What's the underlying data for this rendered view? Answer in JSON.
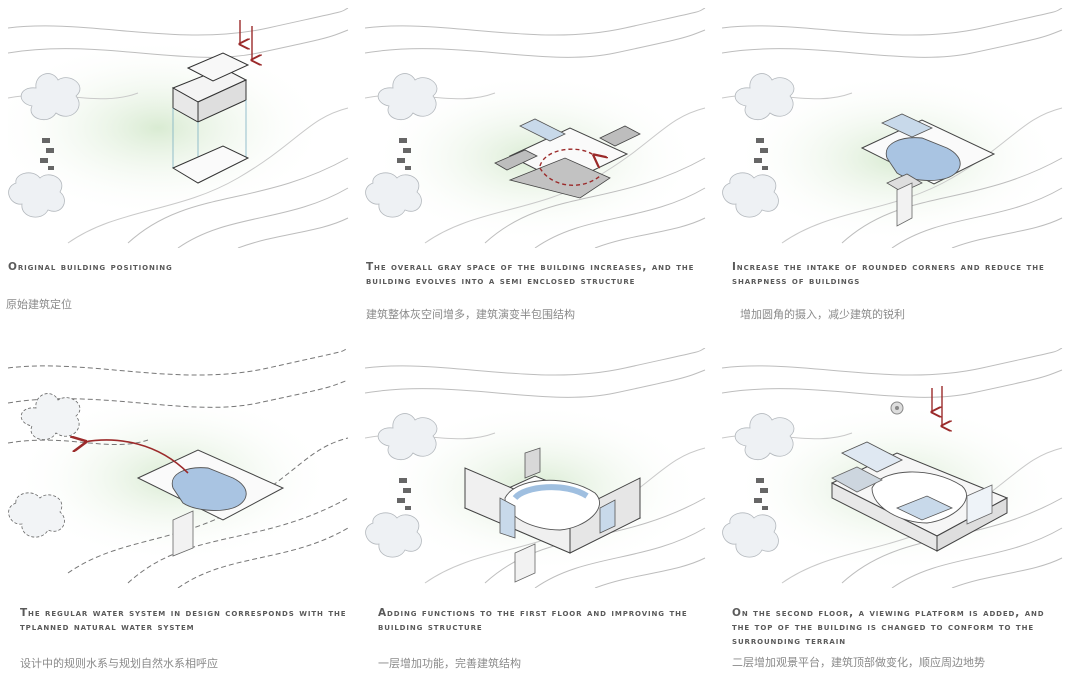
{
  "panels": [
    {
      "caption_en": "Original building positioning",
      "caption_zh": "原始建筑定位"
    },
    {
      "caption_en": "The overall gray space of the building increases, and the building evolves into a semi enclosed structure",
      "caption_zh": "建筑整体灰空间增多，建筑演变半包围结构"
    },
    {
      "caption_en": "Increase the intake of rounded corners and reduce the sharpness of buildings",
      "caption_zh": "增加圆角的摄入，减少建筑的锐利"
    },
    {
      "caption_en": "The regular water system in design corresponds with the tplanned natural water system",
      "caption_zh": "设计中的规则水系与规划自然水系相呼应"
    },
    {
      "caption_en": "Adding functions to the first floor and improving the building structure",
      "caption_zh": "一层增加功能，完善建筑结构"
    },
    {
      "caption_en": "On the second floor, a viewing platform is added, and the top of the building is changed to conform to the surrounding terrain",
      "caption_zh": "二层增加观景平台，建筑顶部做变化，顺应周边地势"
    }
  ],
  "colors": {
    "arrow": "#9b2a2a",
    "water": "#a9c4e2",
    "green": "#dcebd6",
    "contour": "#b9b9b9",
    "slab": "#bdbdbd"
  }
}
